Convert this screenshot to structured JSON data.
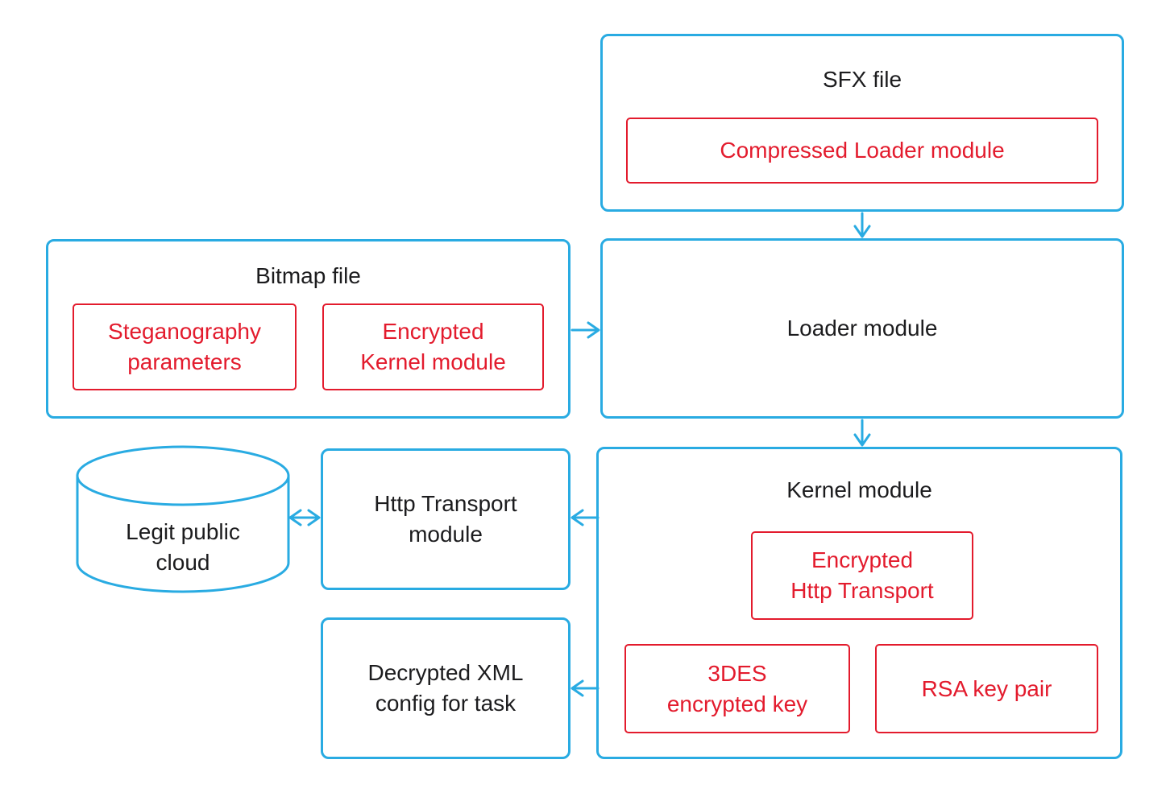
{
  "colors": {
    "accent_cyan": "#29ABE2",
    "highlight_red": "#E31B2D",
    "text": "#1C1C1E",
    "background": "#FFFFFF"
  },
  "nodes": {
    "sfx_file": {
      "title": "SFX file",
      "compressed_loader": "Compressed Loader module"
    },
    "loader_module": {
      "title": "Loader module"
    },
    "bitmap_file": {
      "title": "Bitmap file",
      "steganography_line1": "Steganography",
      "steganography_line2": "parameters",
      "encrypted_kernel_line1": "Encrypted",
      "encrypted_kernel_line2": "Kernel module"
    },
    "kernel_module": {
      "title": "Kernel module",
      "encrypted_http_line1": "Encrypted",
      "encrypted_http_line2": "Http Transport",
      "des_key_line1": "3DES",
      "des_key_line2": "encrypted key",
      "rsa_key_pair": "RSA key pair"
    },
    "http_transport": {
      "line1": "Http Transport",
      "line2": "module"
    },
    "decrypted_xml": {
      "line1": "Decrypted XML",
      "line2": "config for task"
    },
    "legit_cloud": {
      "line1": "Legit public",
      "line2": "cloud"
    }
  },
  "edges": [
    {
      "from": "sfx_file",
      "to": "loader_module",
      "direction": "down"
    },
    {
      "from": "bitmap_file",
      "to": "loader_module",
      "direction": "right"
    },
    {
      "from": "loader_module",
      "to": "kernel_module",
      "direction": "down"
    },
    {
      "from": "kernel_module",
      "to": "http_transport",
      "direction": "left"
    },
    {
      "from": "kernel_module",
      "to": "decrypted_xml",
      "direction": "left"
    },
    {
      "from": "http_transport",
      "to": "legit_cloud",
      "direction": "both"
    }
  ]
}
